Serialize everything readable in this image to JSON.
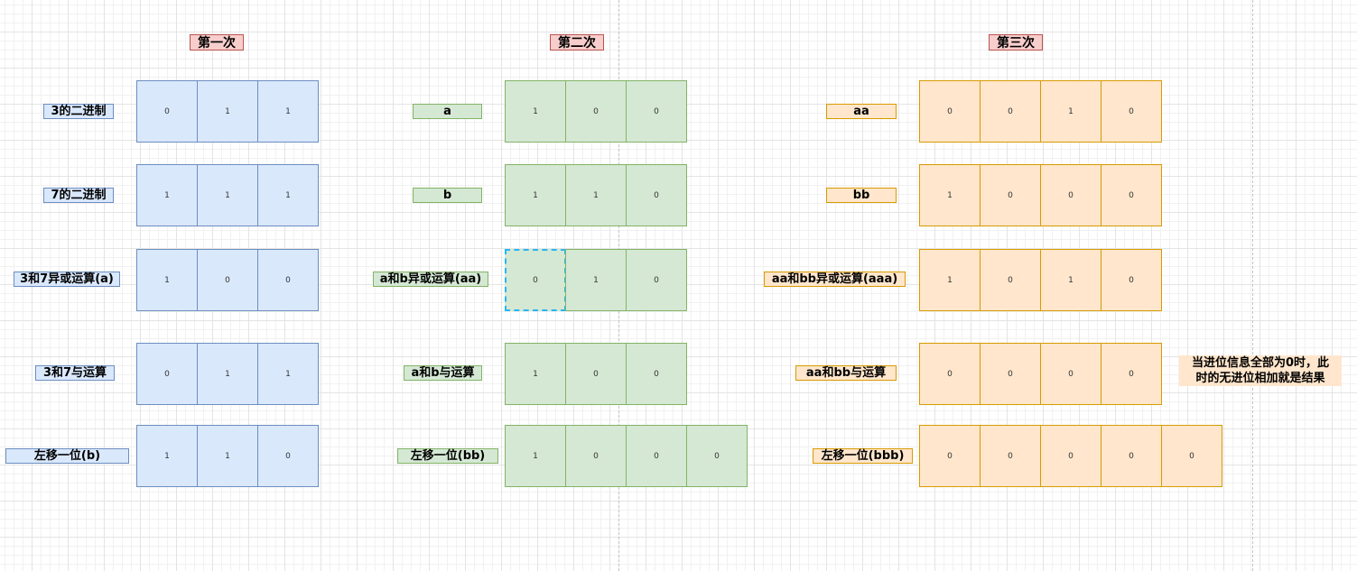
{
  "columns": [
    {
      "id": "first",
      "title": "第一次",
      "color": "blue",
      "rows": [
        {
          "label": "3的二进制",
          "bits": [
            "0",
            "1",
            "1"
          ]
        },
        {
          "label": "7的二进制",
          "bits": [
            "1",
            "1",
            "1"
          ]
        },
        {
          "label": "3和7异或运算(a)",
          "bits": [
            "1",
            "0",
            "0"
          ]
        },
        {
          "label": "3和7与运算",
          "bits": [
            "0",
            "1",
            "1"
          ]
        },
        {
          "label": "左移一位(b)",
          "bits": [
            "1",
            "1",
            "0"
          ]
        }
      ]
    },
    {
      "id": "second",
      "title": "第二次",
      "color": "green",
      "rows": [
        {
          "label": "a",
          "bits": [
            "1",
            "0",
            "0"
          ]
        },
        {
          "label": "b",
          "bits": [
            "1",
            "1",
            "0"
          ]
        },
        {
          "label": "a和b异或运算(aa)",
          "bits": [
            "0",
            "1",
            "0"
          ],
          "selected_index": 0
        },
        {
          "label": "a和b与运算",
          "bits": [
            "1",
            "0",
            "0"
          ]
        },
        {
          "label": "左移一位(bb)",
          "bits": [
            "1",
            "0",
            "0",
            "0"
          ]
        }
      ]
    },
    {
      "id": "third",
      "title": "第三次",
      "color": "orange",
      "rows": [
        {
          "label": "aa",
          "bits": [
            "0",
            "0",
            "1",
            "0"
          ]
        },
        {
          "label": "bb",
          "bits": [
            "1",
            "0",
            "0",
            "0"
          ]
        },
        {
          "label": "aa和bb异或运算(aaa)",
          "bits": [
            "1",
            "0",
            "1",
            "0"
          ]
        },
        {
          "label": "aa和bb与运算",
          "bits": [
            "0",
            "0",
            "0",
            "0"
          ]
        },
        {
          "label": "左移一位(bbb)",
          "bits": [
            "0",
            "0",
            "0",
            "0",
            "0"
          ]
        }
      ]
    }
  ],
  "note": {
    "line1": "当进位信息全部为0时，此",
    "line2": "时的无进位相加就是结果"
  },
  "colors": {
    "blue_fill": "#dae8fc",
    "blue_stroke": "#6c8ebf",
    "green_fill": "#d5e8d4",
    "green_stroke": "#82b366",
    "orange_fill": "#ffe6cc",
    "orange_stroke": "#d79b00",
    "title_fill": "#f8cecc",
    "title_stroke": "#b85450",
    "selection": "#29b6f2"
  }
}
